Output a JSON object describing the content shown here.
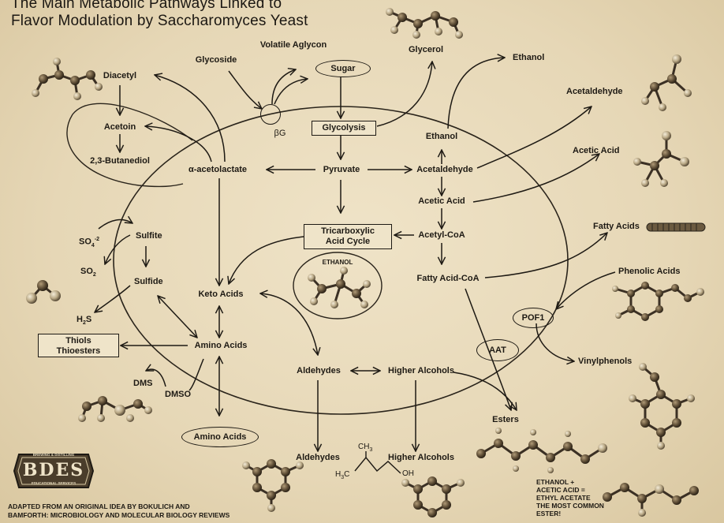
{
  "title": {
    "line1": "The Main Metabolic Pathways Linked to",
    "line2": "Flavor Modulation by Saccharomyces Yeast"
  },
  "nodes": {
    "glycoside": "Glycoside",
    "volatile_aglycon": "Volatile Aglycon",
    "sugar": "Sugar",
    "glycerol": "Glycerol",
    "ethanol_top": "Ethanol",
    "acetaldehyde_out": "Acetaldehyde",
    "acetic_acid_out": "Acetic Acid",
    "fatty_acids_out": "Fatty Acids",
    "phenolic_acids": "Phenolic Acids",
    "pof1": "POF1",
    "vinylphenols": "Vinylphenols",
    "diacetyl": "Diacetyl",
    "acetoin": "Acetoin",
    "butanediol": "2,3-Butanediol",
    "beta_g": "βG",
    "glycolysis": "Glycolysis",
    "ethanol_mid": "Ethanol",
    "alpha_acetolactate": "α-acetolactate",
    "pyruvate": "Pyruvate",
    "acetaldehyde": "Acetaldehyde",
    "acetic_acid": "Acetic Acid",
    "acetyl_coa": "Acetyl-CoA",
    "tca_line1": "Tricarboxylic",
    "tca_line2": "Acid Cycle",
    "ethanol_badge": "ETHANOL",
    "fatty_acid_coa": "Fatty Acid-CoA",
    "so4_base": "SO",
    "so4_sub": "4",
    "so4_sup": "-2",
    "sulfite": "Sulfite",
    "so2_base": "SO",
    "so2_sub": "2",
    "sulfide": "Sulfide",
    "h2s_base": "H",
    "h2s_sub": "2",
    "h2s_end": "S",
    "keto_acids": "Keto Acids",
    "amino_acids": "Amino Acids",
    "thiols_line1": "Thiols",
    "thiols_line2": "Thioesters",
    "dms": "DMS",
    "dmso": "DMSO",
    "amino_acids_out": "Amino Acids",
    "aat": "AAT",
    "aldehydes": "Aldehydes",
    "higher_alcohols": "Higher Alcohols",
    "esters": "Esters",
    "aldehydes_out": "Aldehydes",
    "higher_alcohols_out": "Higher Alcohols",
    "ch3_top": "CH",
    "ch3_top_sub": "3",
    "h3c": "H",
    "h3c_sub": "3",
    "h3c_end": "C",
    "oh": "OH"
  },
  "logo": {
    "text": "BDES",
    "top_arc": "BREWING & DISTILLING",
    "bottom_arc": "EDUCATIONAL SERVICES"
  },
  "credit": {
    "line1": "ADAPTED FROM AN ORIGINAL IDEA BY BOKULICH AND",
    "line2": "BAMFORTH: MICROBIOLOGY AND MOLECULAR BIOLOGY REVIEWS"
  },
  "note": {
    "line1": "ETHANOL +",
    "line2": "ACETIC ACID =",
    "line3": "ETHYL ACETATE",
    "line4": "THE MOST COMMON",
    "line5": "ESTER!"
  },
  "colors": {
    "parchment": "#e9dcbf",
    "ink": "#1e1a14",
    "molecule": "#3b3024"
  }
}
